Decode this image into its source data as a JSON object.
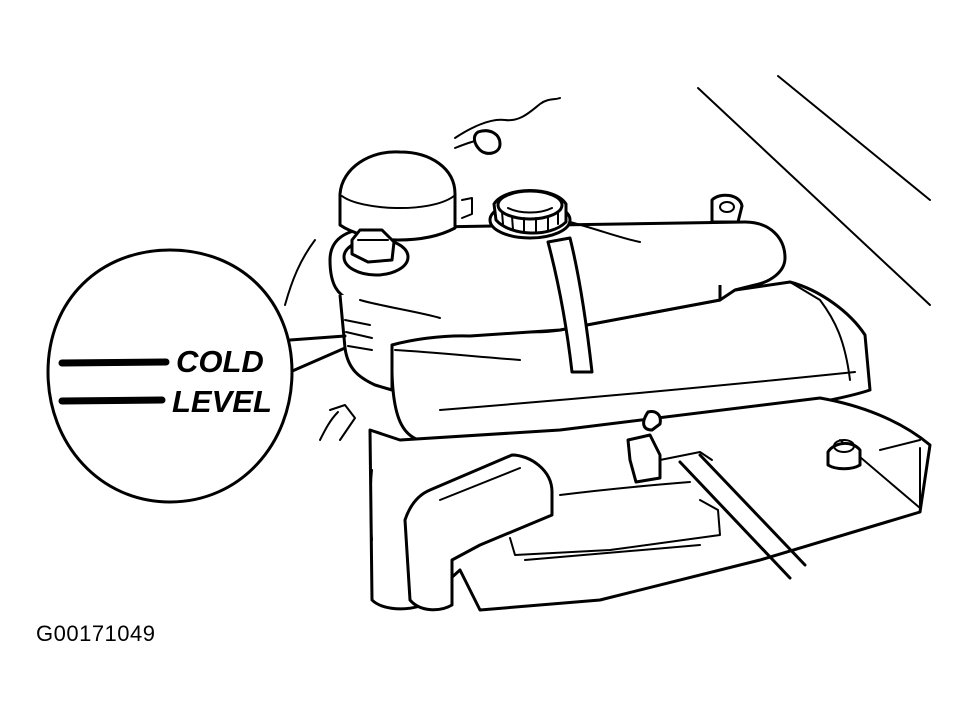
{
  "diagram": {
    "callout": {
      "line1": "COLD",
      "line2": "LEVEL"
    },
    "figure_id": "G00171049"
  },
  "colors": {
    "ink": "#000000",
    "paper": "#ffffff"
  }
}
